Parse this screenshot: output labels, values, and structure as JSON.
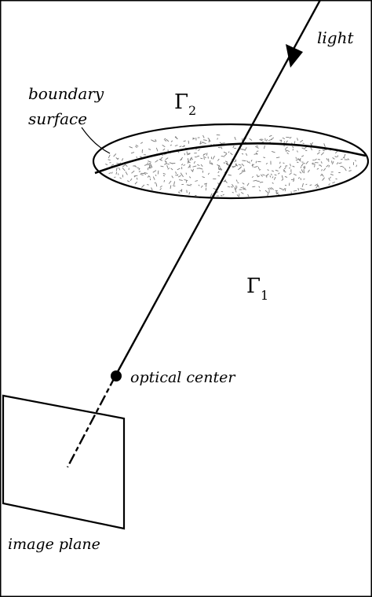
{
  "figure": {
    "labels": {
      "light": "light",
      "boundary": "boundary",
      "surface": "surface",
      "gamma2": "Γ",
      "gamma2_sub": "2",
      "gamma1": "Γ",
      "gamma1_sub": "1",
      "optical_center": "optical center",
      "image_plane": "image plane"
    },
    "colors": {
      "ink": "#000000",
      "background": "#ffffff",
      "texture": "#7a7a7a"
    }
  }
}
